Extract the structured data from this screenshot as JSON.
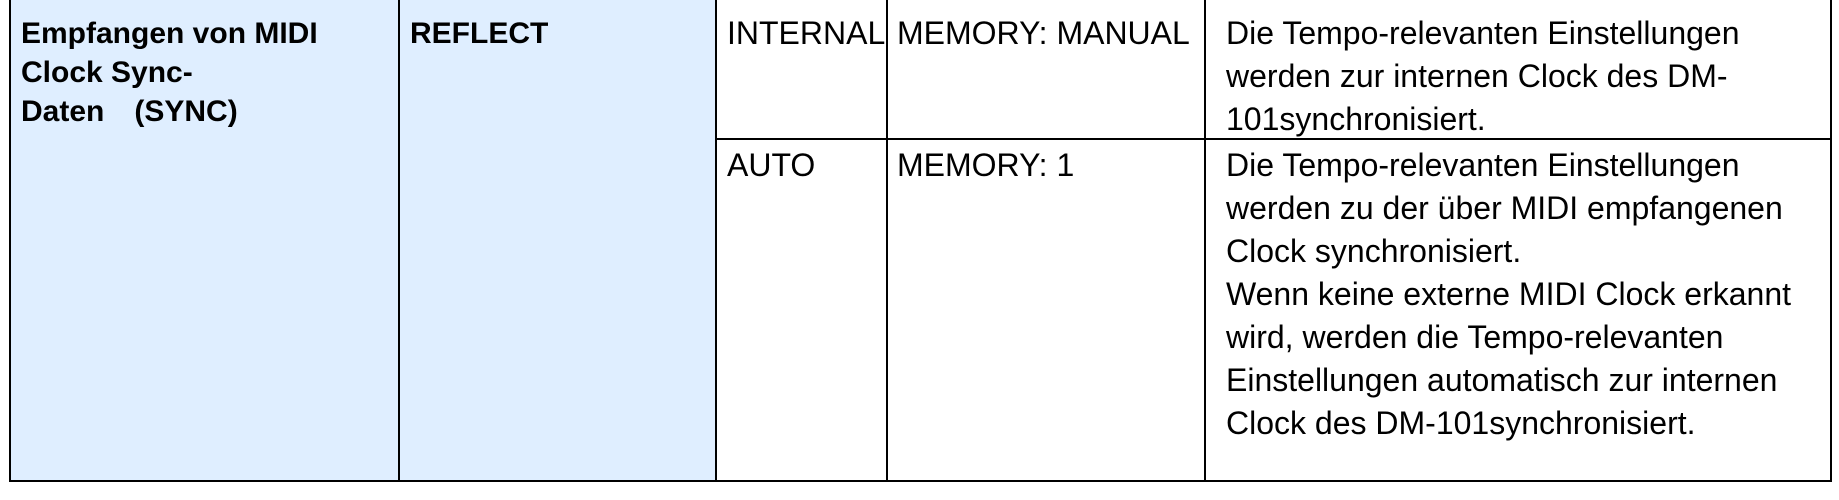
{
  "table": {
    "parameter_label": "Empfangen von MIDI\nClock Sync-\nDaten (SYNC)",
    "value": "REFLECT",
    "rows": [
      {
        "setting": "INTERNAL",
        "memory": "MEMORY: MANUAL",
        "description": "Die Tempo-relevanten Einstellungen\nwerden zur internen Clock des DM-\n101synchronisiert."
      },
      {
        "setting": "AUTO",
        "memory": "MEMORY: 1",
        "description": "Die Tempo-relevanten Einstellungen\nwerden zu der über MIDI empfangenen\nClock synchronisiert.\nWenn keine externe MIDI Clock erkannt\nwird, werden die Tempo-relevanten\nEinstellungen automatisch zur internen\nClock des DM-101synchronisiert."
      }
    ]
  },
  "colors": {
    "header_fill": "#dfeeff",
    "border": "#000000"
  }
}
